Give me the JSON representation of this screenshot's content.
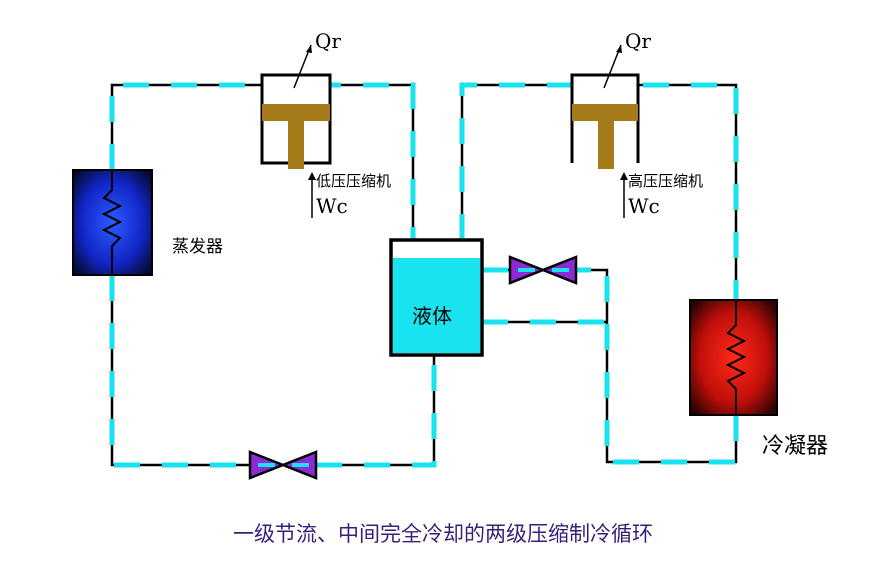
{
  "labels": {
    "heat": "Qr",
    "work": "Wc",
    "low_compressor": "低压压缩机",
    "high_compressor": "高压压缩机",
    "evaporator": "蒸发器",
    "liquid": "液体",
    "condenser": "冷凝器",
    "caption": "一级节流、中间完全冷却的两级压缩制冷循环"
  },
  "colors": {
    "pipe": "#000000",
    "flow": "#19e3ee",
    "piston": "#a67c1a",
    "valve": "#8c2bd6",
    "caption": "#3a1f7a",
    "evaporator": "#1a3cff",
    "condenser": "#ff2020",
    "liquid": "#19e3ee"
  }
}
